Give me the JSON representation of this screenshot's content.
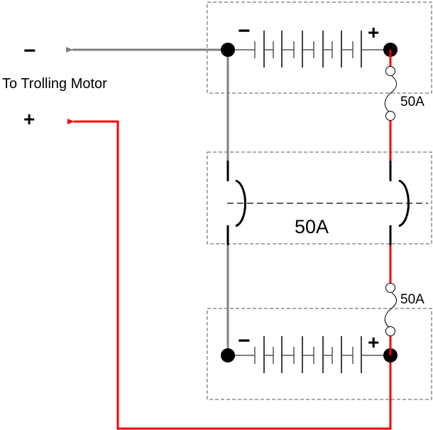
{
  "labels": {
    "negative": "−",
    "positive": "+",
    "destination": "To Trolling Motor"
  },
  "battery_top": {
    "negative": "−",
    "positive": "+"
  },
  "battery_bottom": {
    "negative": "−",
    "positive": "+"
  },
  "fuse_top": {
    "rating": "50A"
  },
  "fuse_bottom": {
    "rating": "50A"
  },
  "breaker": {
    "rating": "50A"
  },
  "colors": {
    "positive_wire": "#ff0000",
    "negative_wire": "#808080",
    "box_border": "#555555"
  }
}
